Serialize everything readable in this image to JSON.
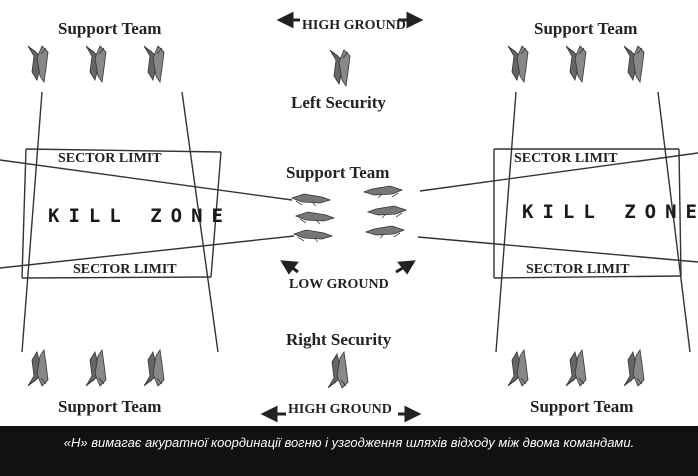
{
  "diagram": {
    "labels": {
      "support_team_top_left": "Support Team",
      "support_team_top_right": "Support Team",
      "support_team_center": "Support Team",
      "support_team_bottom_left": "Support Team",
      "support_team_bottom_right": "Support Team",
      "high_ground_top": "HIGH GROUND",
      "high_ground_bottom": "HIGH GROUND",
      "left_security": "Left Security",
      "right_security": "Right Security",
      "low_ground": "LOW GROUND",
      "sector_limit_left_top": "SECTOR LIMIT",
      "sector_limit_left_bottom": "SECTOR LIMIT",
      "sector_limit_right_top": "SECTOR LIMIT",
      "sector_limit_right_bottom": "SECTOR LIMIT",
      "kill_zone_left": "KILL ZONE",
      "kill_zone_right": "KILL ZONE"
    },
    "caption": "«Н» вимагає акуратної координації вогню і узгодження шляхів відходу між двома командами.",
    "colors": {
      "ink": "#222222",
      "figure": "#555555",
      "caption_bg": "#111111",
      "caption_text": "#ffffff"
    }
  }
}
